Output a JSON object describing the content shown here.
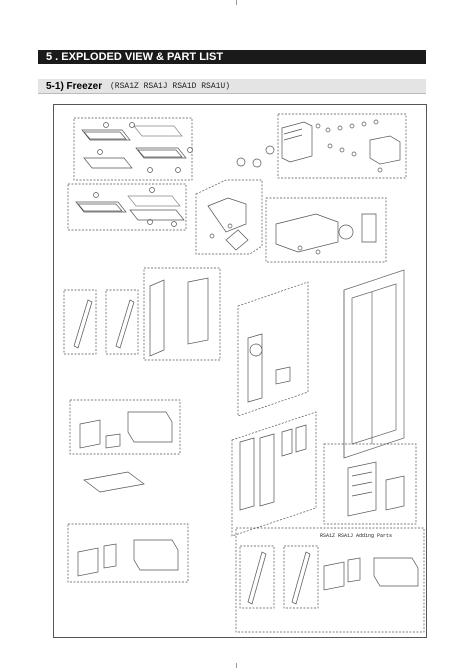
{
  "section": {
    "title": "5 . EXPLODED VIEW & PART LIST"
  },
  "subsection": {
    "label": "5-1) Freezer",
    "models": "(RSA1Z RSA1J RSA1D RSA1U)"
  },
  "diagram": {
    "adding_parts_label": "RSA1Z RSA1J Adding Parts"
  },
  "colors": {
    "line": "#555555",
    "header_bg": "#1a1a1a",
    "subheader_bg": "#e4e4e4"
  }
}
